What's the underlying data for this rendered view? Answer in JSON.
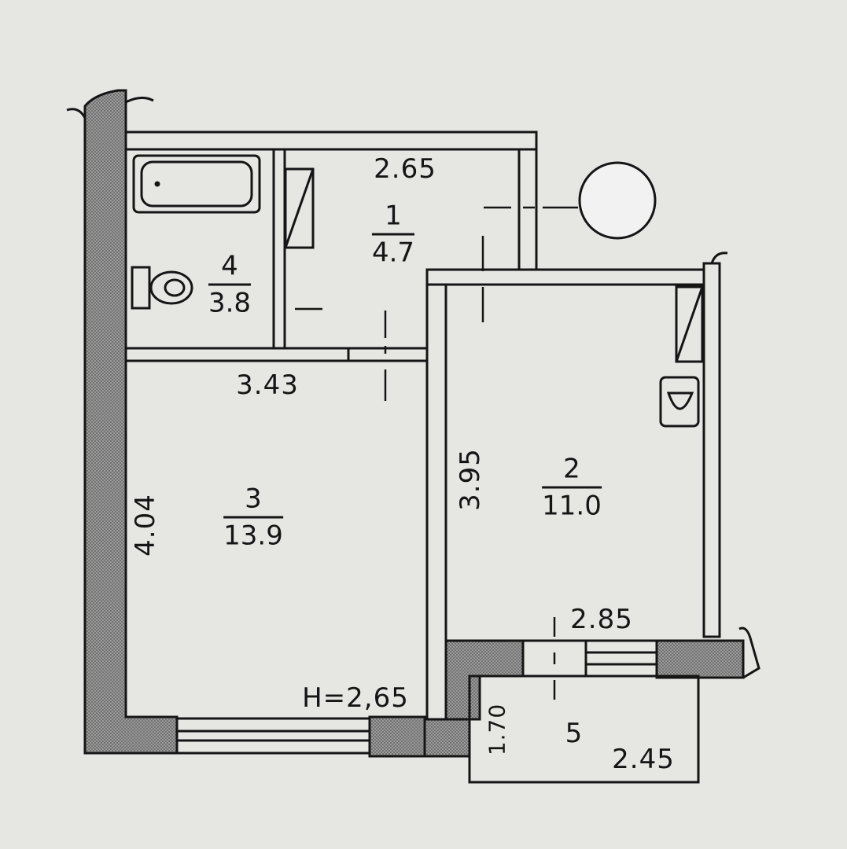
{
  "plan": {
    "ceiling_height": "H=2,65",
    "rooms": [
      {
        "number": "1",
        "area": "4.7"
      },
      {
        "number": "2",
        "area": "11.0"
      },
      {
        "number": "3",
        "area": "13.9"
      },
      {
        "number": "4",
        "area": "3.8"
      },
      {
        "number": "5"
      }
    ],
    "dimensions": {
      "corridor_length": "2.65",
      "room3_width": "3.43",
      "room3_depth": "4.04",
      "room2_depth": "3.95",
      "room2_width": "2.85",
      "balcony_depth": "1.70",
      "balcony_width": "2.45"
    }
  },
  "colors": {
    "wall_hatch": "#8c8c8c",
    "line": "#151515",
    "paper": "#e6e6e3"
  }
}
